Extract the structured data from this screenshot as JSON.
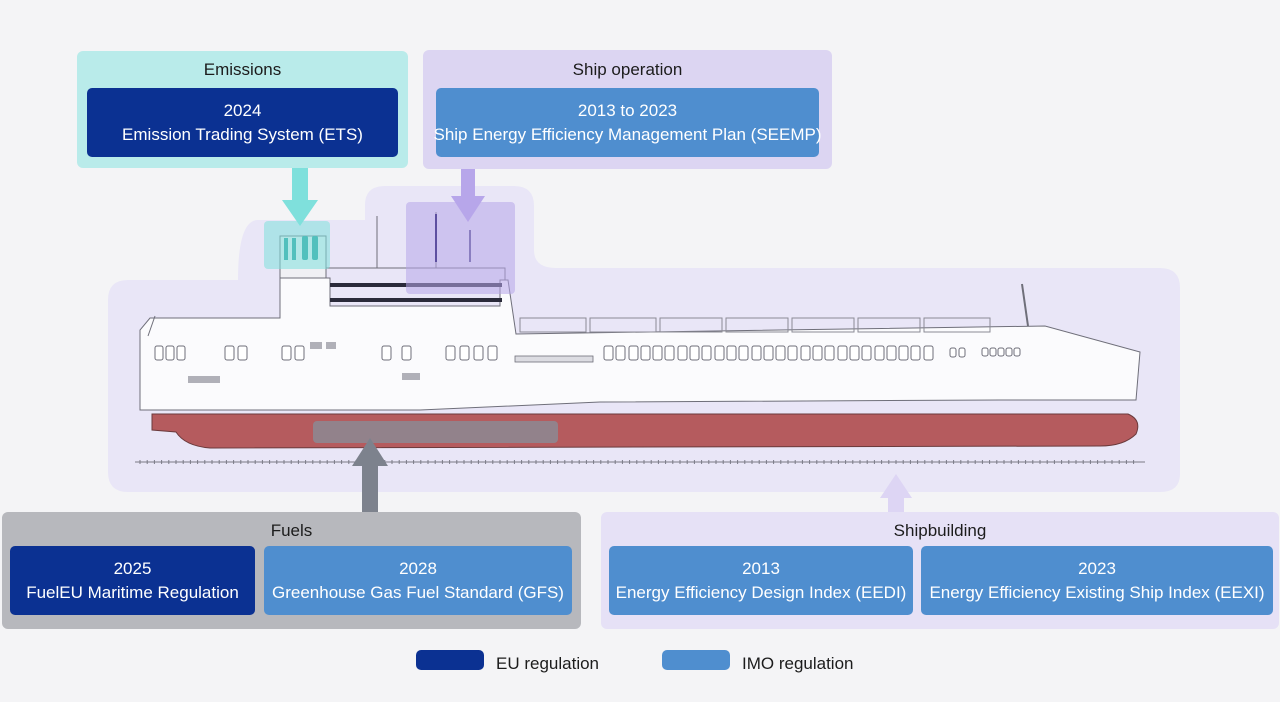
{
  "groups": {
    "emissions": {
      "title": "Emissions",
      "items": [
        {
          "year": "2024",
          "name": "Emission Trading System (ETS)",
          "type": "EU"
        }
      ]
    },
    "ship_operation": {
      "title": "Ship operation",
      "items": [
        {
          "year": "2013 to 2023",
          "name": "Ship Energy Efficiency Management Plan (SEEMP)",
          "type": "IMO"
        }
      ]
    },
    "fuels": {
      "title": "Fuels",
      "items": [
        {
          "year": "2025",
          "name": "FuelEU Maritime Regulation",
          "type": "EU"
        },
        {
          "year": "2028",
          "name": "Greenhouse Gas Fuel Standard (GFS)",
          "type": "IMO"
        }
      ]
    },
    "shipbuilding": {
      "title": "Shipbuilding",
      "items": [
        {
          "year": "2013",
          "name": "Energy Efficiency Design Index (EEDI)",
          "type": "IMO"
        },
        {
          "year": "2023",
          "name": "Energy Efficiency Existing Ship Index (EEXI)",
          "type": "IMO"
        }
      ]
    }
  },
  "legend": {
    "eu": {
      "label": "EU regulation",
      "color": "#0b3192"
    },
    "imo": {
      "label": "IMO regulation",
      "color": "#4f8ecf"
    }
  },
  "colors": {
    "emissions_panel": "#b9ebea",
    "emissions_arrow": "#7fe0dc",
    "operation_panel": "#dcd5f2",
    "operation_arrow": "#b7a6ea",
    "fuels_panel": "#b7b8bd",
    "fuels_arrow": "#7d828d",
    "shipbuilding_panel": "#e6e1f6",
    "shipbuilding_arrow": "#ddd5f4",
    "hull": "#b55b5e"
  }
}
